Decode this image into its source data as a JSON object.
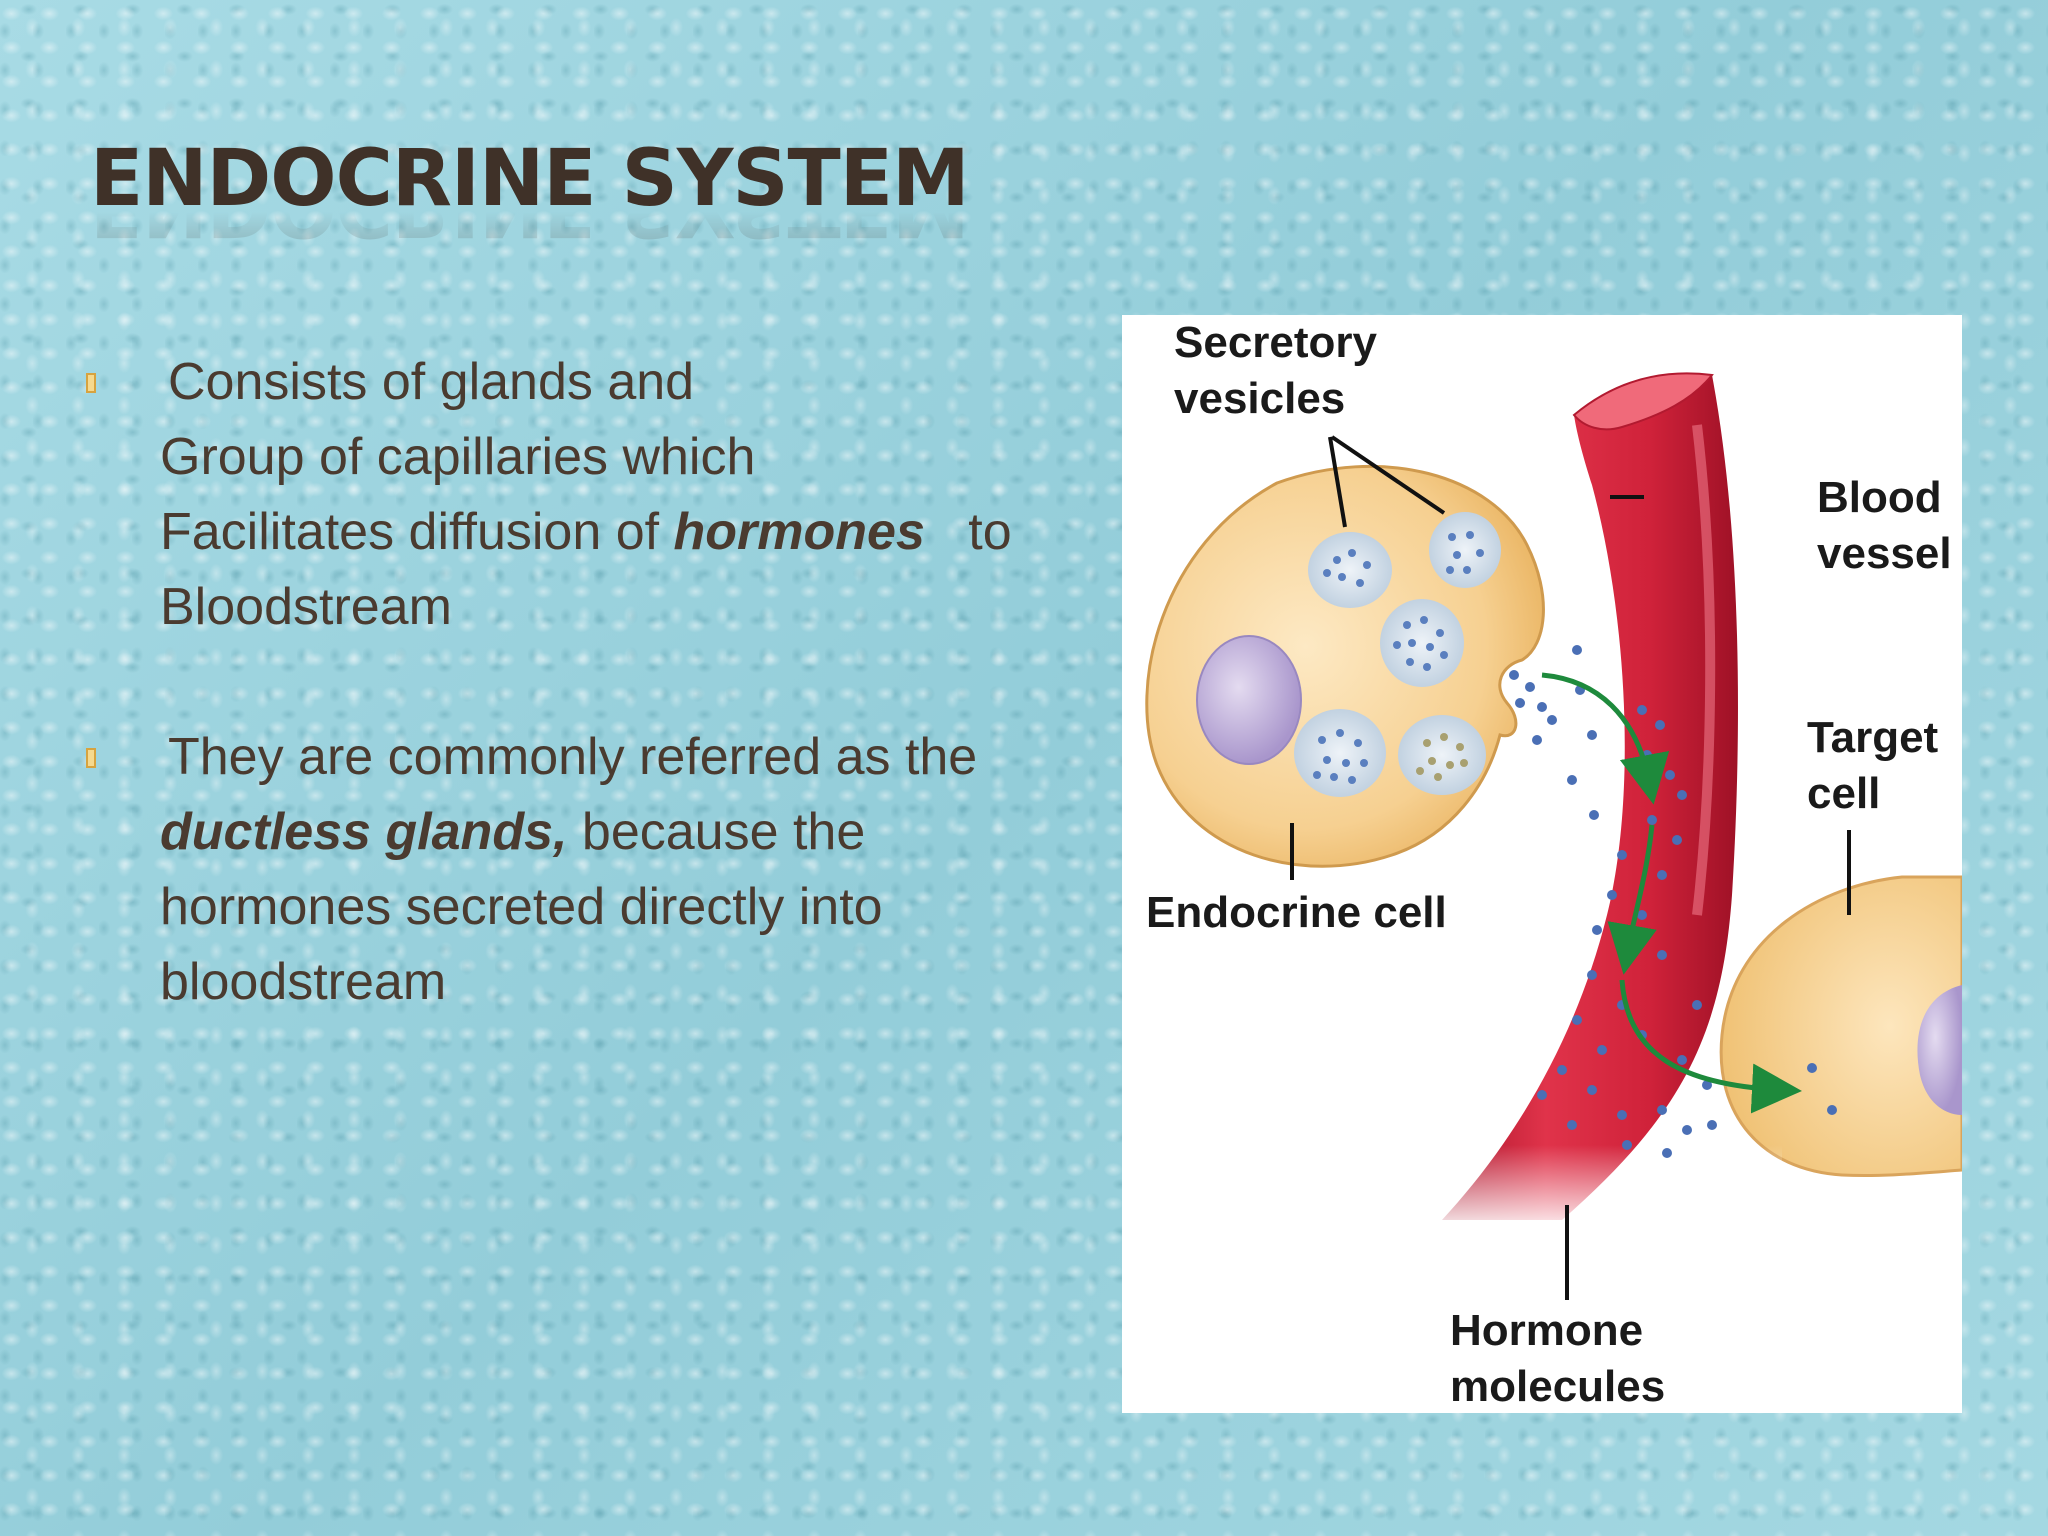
{
  "slide": {
    "title": "ENDOCRINE SYSTEM",
    "bullets": [
      {
        "lines": [
          {
            "pre": "Consists of glands and",
            "em": "",
            "post": ""
          },
          {
            "pre": "Group of capillaries which",
            "em": "",
            "post": ""
          },
          {
            "pre": "Facilitates diffusion of ",
            "em": "hormones",
            "post": "   to"
          },
          {
            "pre": "Bloodstream",
            "em": "",
            "post": ""
          }
        ]
      },
      {
        "lines": [
          {
            "pre": "They are commonly referred as the",
            "em": "",
            "post": ""
          },
          {
            "pre": "",
            "em": "ductless glands,",
            "post": " because the"
          },
          {
            "pre": "hormones secreted directly into",
            "em": "",
            "post": ""
          },
          {
            "pre": "bloodstream",
            "em": "",
            "post": ""
          }
        ]
      }
    ]
  },
  "figure": {
    "labels": {
      "secretory_1": "Secretory",
      "secretory_2": "vesicles",
      "blood_1": "Blood",
      "blood_2": "vessel",
      "target_1": "Target",
      "target_2": "cell",
      "endocrine": "Endocrine cell",
      "hormone_1": "Hormone",
      "hormone_2": "molecules"
    },
    "colors": {
      "vessel": "#d9283e",
      "cell": "#f3c57c",
      "nucleus": "#b9a7d6",
      "arrow": "#1e8a3c",
      "molecule": "#4a6fb5"
    }
  }
}
